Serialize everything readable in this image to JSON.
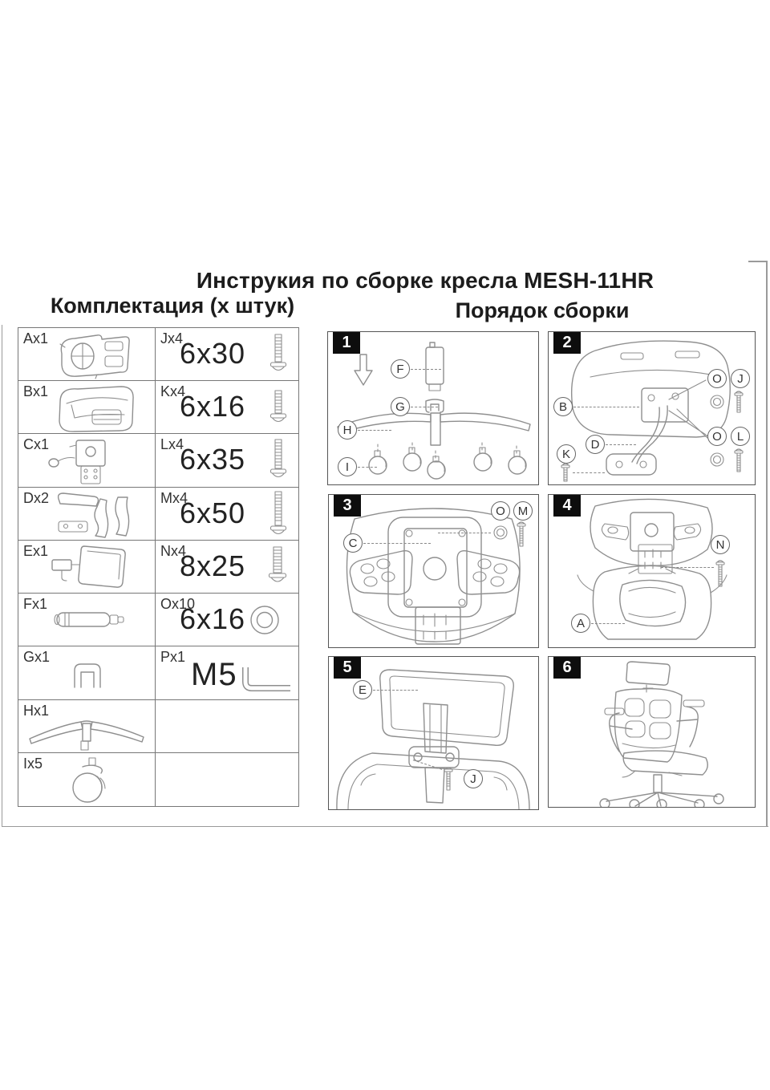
{
  "page": {
    "title": "Инструкия по сборке кресла MESH-11HR",
    "parts_header": "Комплектация (х штук)",
    "assembly_header": "Порядок сборки"
  },
  "colors": {
    "paper": "#ffffff",
    "line_art": "#8f8f8f",
    "text": "#1c1c1c",
    "badge_bg": "#0d0d0d",
    "badge_text": "#ffffff",
    "table_border": "#777777"
  },
  "parts": {
    "rows": [
      {
        "left_label": "Ax1",
        "left_icon": "backrest-part-icon",
        "right_label": "Jx4",
        "right_spec": "6x30",
        "right_icon": "screw-icon"
      },
      {
        "left_label": "Bx1",
        "left_icon": "seat-part-icon",
        "right_label": "Kx4",
        "right_spec": "6x16",
        "right_icon": "screw-icon"
      },
      {
        "left_label": "Cx1",
        "left_icon": "mechanism-part-icon",
        "right_label": "Lx4",
        "right_spec": "6x35",
        "right_icon": "screw-icon"
      },
      {
        "left_label": "Dx2",
        "left_icon": "armrests-part-icon",
        "right_label": "Mx4",
        "right_spec": "6x50",
        "right_icon": "screw-icon"
      },
      {
        "left_label": "Ex1",
        "left_icon": "headrest-part-icon",
        "right_label": "Nx4",
        "right_spec": "8x25",
        "right_icon": "screw-icon"
      },
      {
        "left_label": "Fx1",
        "left_icon": "gas-cylinder-part-icon",
        "right_label": "Ox10",
        "right_spec": "6x16",
        "right_icon": "washer-icon"
      },
      {
        "left_label": "Gx1",
        "left_icon": "clip-part-icon",
        "right_label": "Px1",
        "right_spec": "M5",
        "right_icon": "allen-key-icon"
      },
      {
        "left_label": "Hx1",
        "left_icon": "base-part-icon",
        "right_label": "",
        "right_spec": "",
        "right_icon": ""
      },
      {
        "left_label": "Ix5",
        "left_icon": "caster-part-icon",
        "right_label": "",
        "right_spec": "",
        "right_icon": ""
      }
    ]
  },
  "steps": [
    {
      "num": "1",
      "callouts": [
        "F",
        "G",
        "H",
        "I"
      ]
    },
    {
      "num": "2",
      "callouts": [
        "B",
        "D",
        "K",
        "O",
        "J",
        "O",
        "L"
      ]
    },
    {
      "num": "3",
      "callouts": [
        "C",
        "O",
        "M"
      ]
    },
    {
      "num": "4",
      "callouts": [
        "N",
        "A"
      ]
    },
    {
      "num": "5",
      "callouts": [
        "E",
        "J"
      ]
    },
    {
      "num": "6",
      "callouts": []
    }
  ]
}
